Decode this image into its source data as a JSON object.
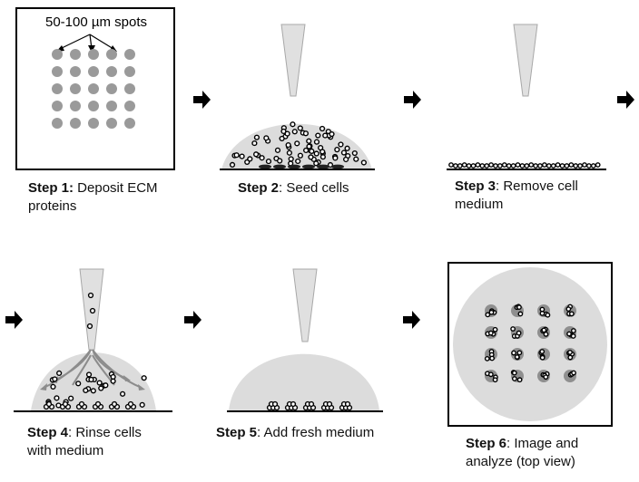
{
  "annotation": {
    "spot_label": "50-100 µm spots"
  },
  "steps": [
    {
      "bold": "Step 1:",
      "line1": " Deposit ECM",
      "line2": "proteins"
    },
    {
      "bold": "Step 2",
      "line1": ": Seed cells",
      "line2": ""
    },
    {
      "bold": "Step 3",
      "line1": ": Remove cell",
      "line2": "medium"
    },
    {
      "bold": "Step 4",
      "line1": ": Rinse cells",
      "line2": "with medium"
    },
    {
      "bold": "Step 5",
      "line1": ": Add fresh medium",
      "line2": ""
    },
    {
      "bold": "Step 6",
      "line1": ": Image and",
      "line2": "analyze (top view)"
    }
  ],
  "colors": {
    "medium": "#dcdcdc",
    "spot": "#9a9a9a",
    "pipette": "#e0e0e0",
    "arrow": "#000000",
    "rinse_arrow": "#8c8c8c"
  },
  "icons": [
    "right-arrow-icon",
    "pipette-icon",
    "cell-icon"
  ]
}
